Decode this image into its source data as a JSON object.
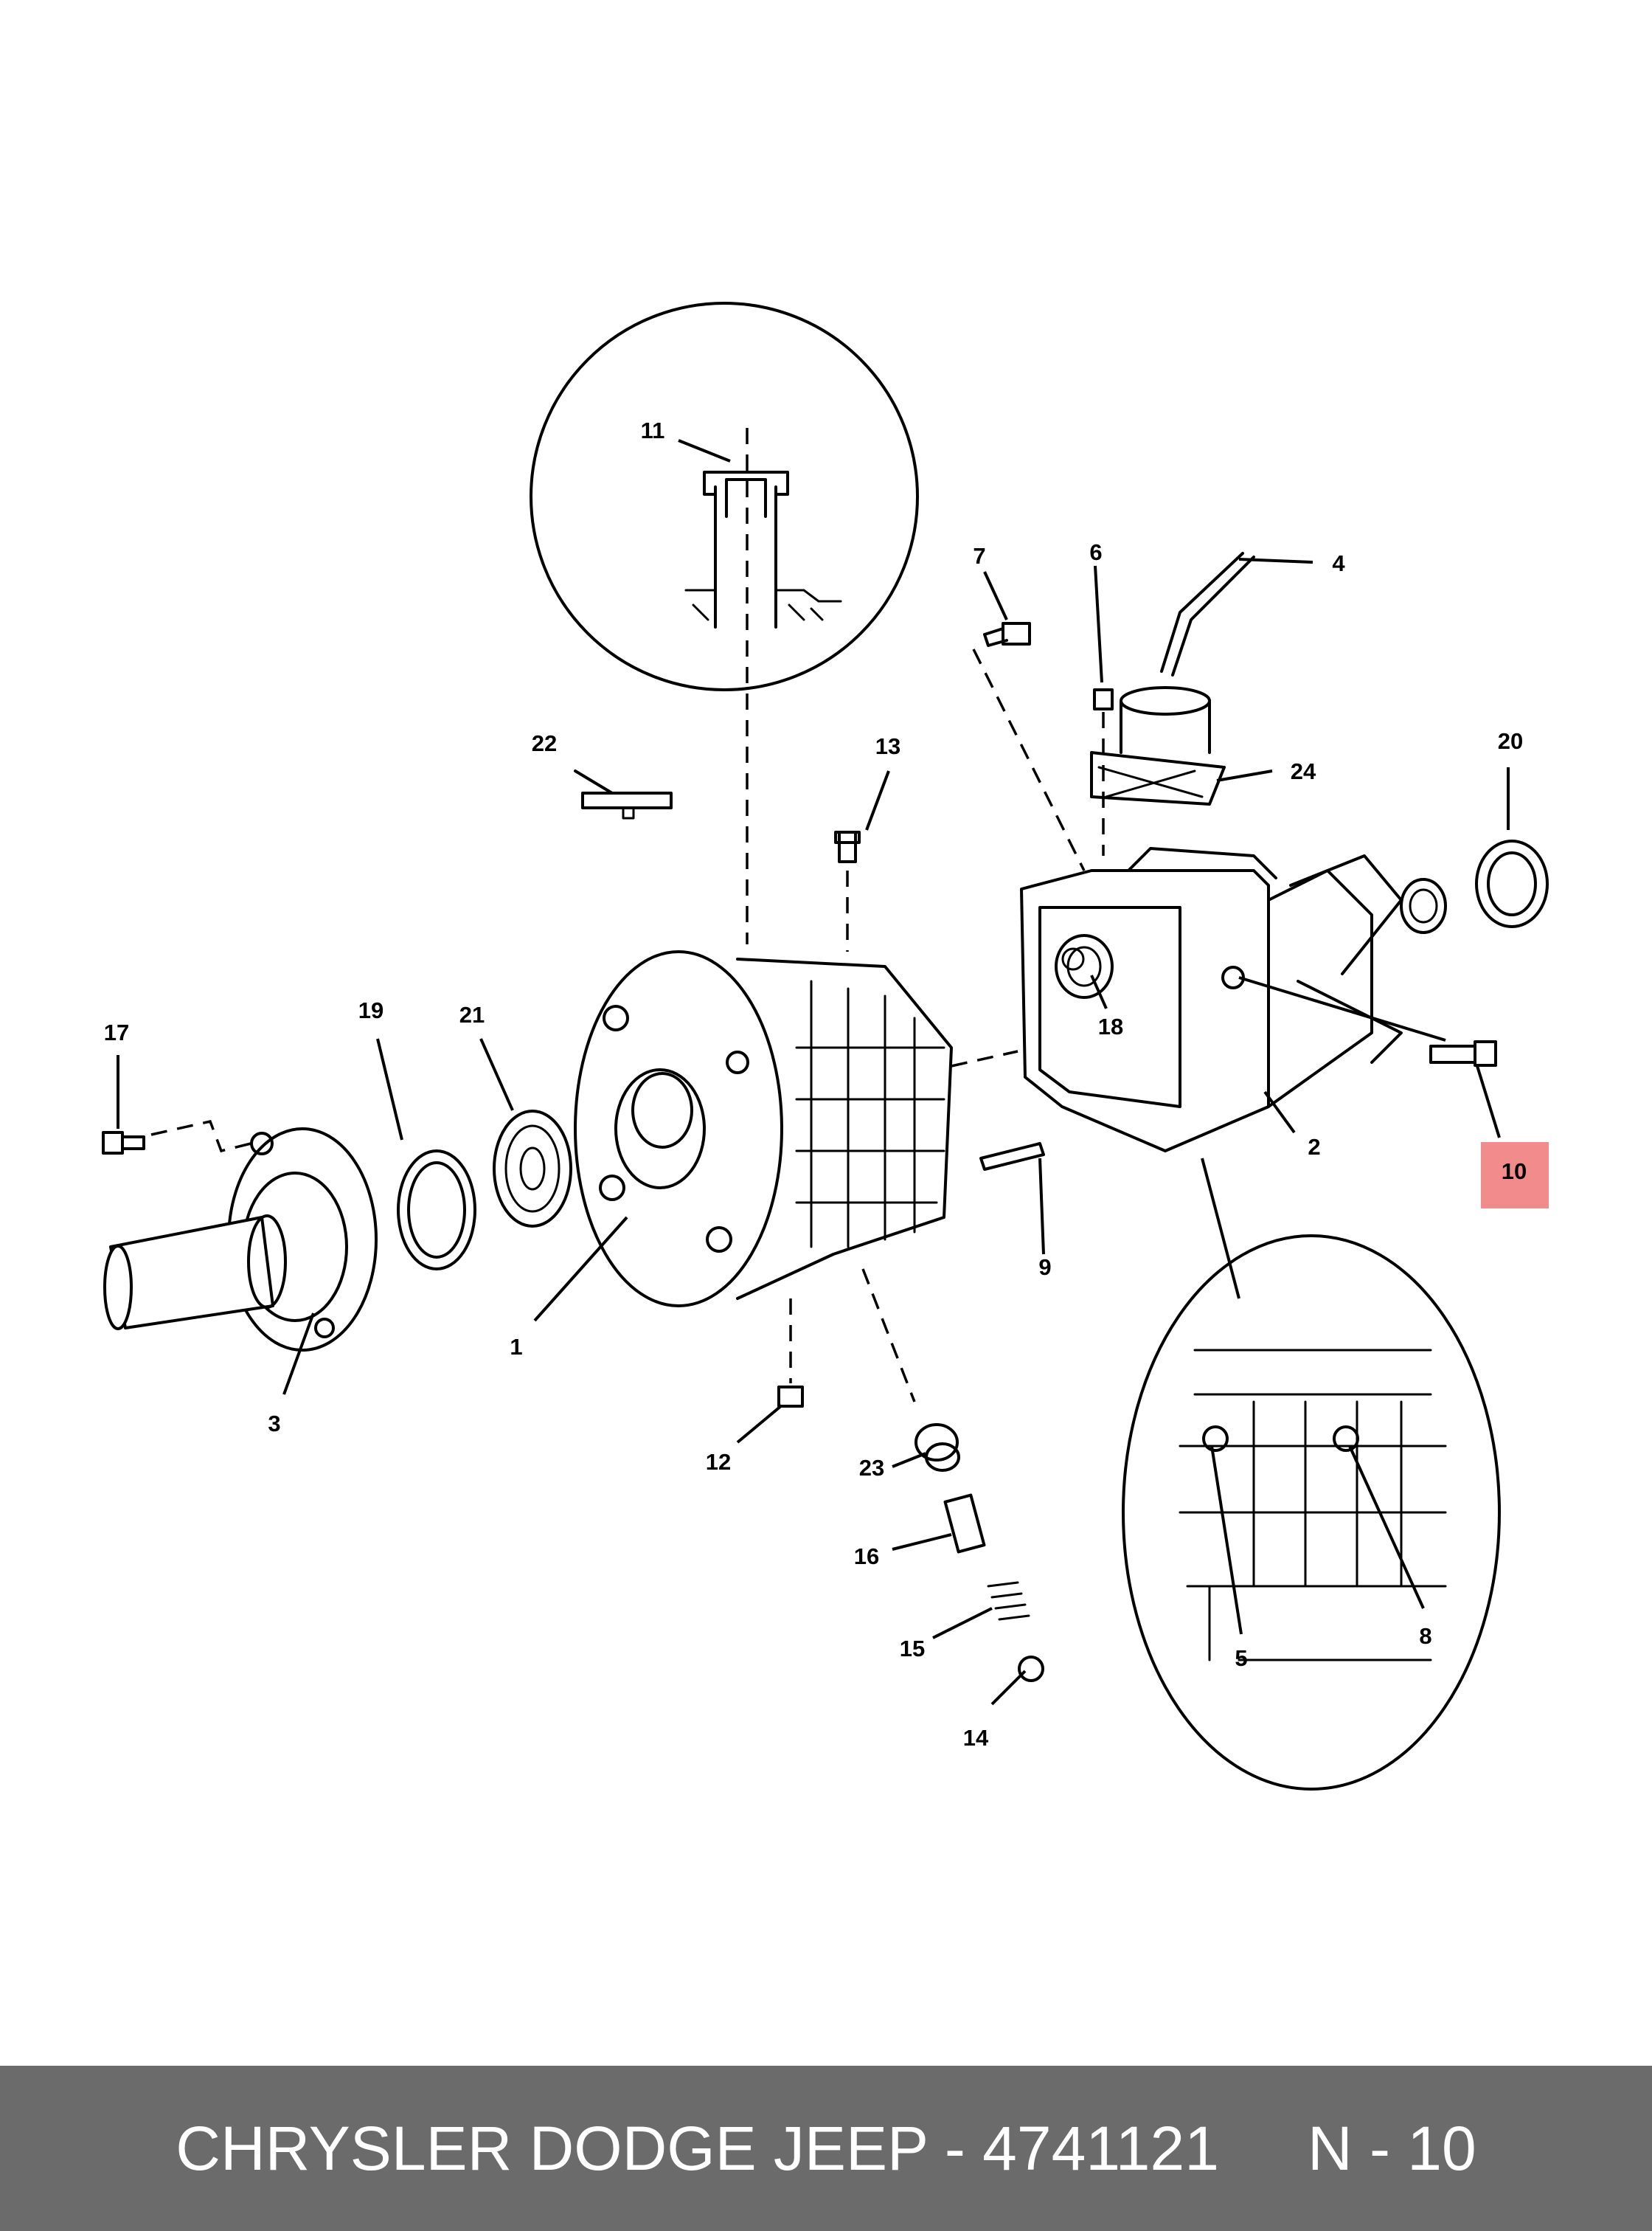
{
  "footer": {
    "part_text": "CHRYSLER DODGE JEEP - 4741121",
    "ref_text": "N - 10"
  },
  "callouts": {
    "c1": "1",
    "c2": "2",
    "c3": "3",
    "c4": "4",
    "c5": "5",
    "c6": "6",
    "c7": "7",
    "c8": "8",
    "c9": "9",
    "c10": "10",
    "c11": "11",
    "c12": "12",
    "c13": "13",
    "c14": "14",
    "c15": "15",
    "c16": "16",
    "c17": "17",
    "c18": "18",
    "c19": "19",
    "c20": "20",
    "c21": "21",
    "c22": "22",
    "c23": "23",
    "c24": "24"
  },
  "highlight": {
    "callout": "10",
    "color": "#f28b8b"
  }
}
